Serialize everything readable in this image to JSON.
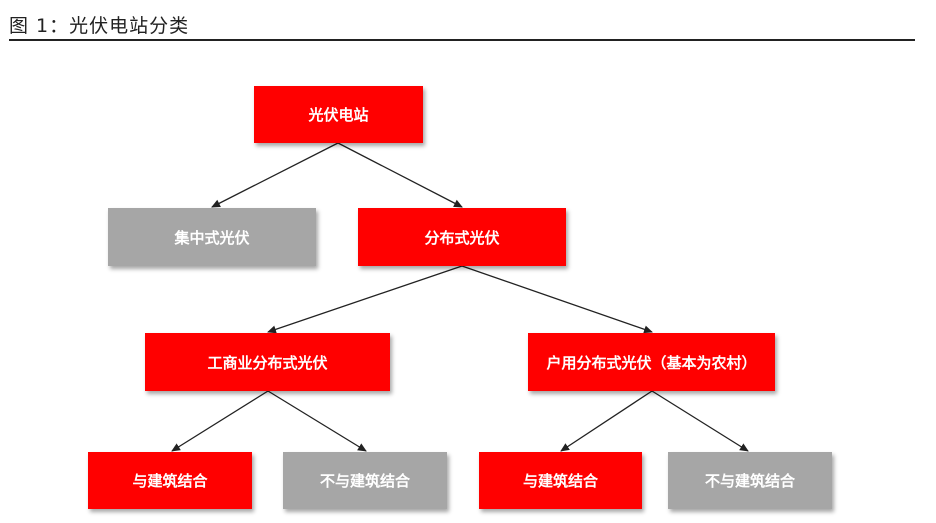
{
  "caption": "图 1：光伏电站分类",
  "colors": {
    "highlight": "#ff0000",
    "muted": "#a6a6a6",
    "edge": "#222222"
  },
  "nodes": {
    "root": "光伏电站",
    "centralized": "集中式光伏",
    "distributed": "分布式光伏",
    "commercial": "工商业分布式光伏",
    "household": "户用分布式光伏（基本为农村）",
    "commercial_bipv": "与建筑结合",
    "commercial_non_bipv": "不与建筑结合",
    "household_bipv": "与建筑结合",
    "household_non_bipv": "不与建筑结合"
  }
}
